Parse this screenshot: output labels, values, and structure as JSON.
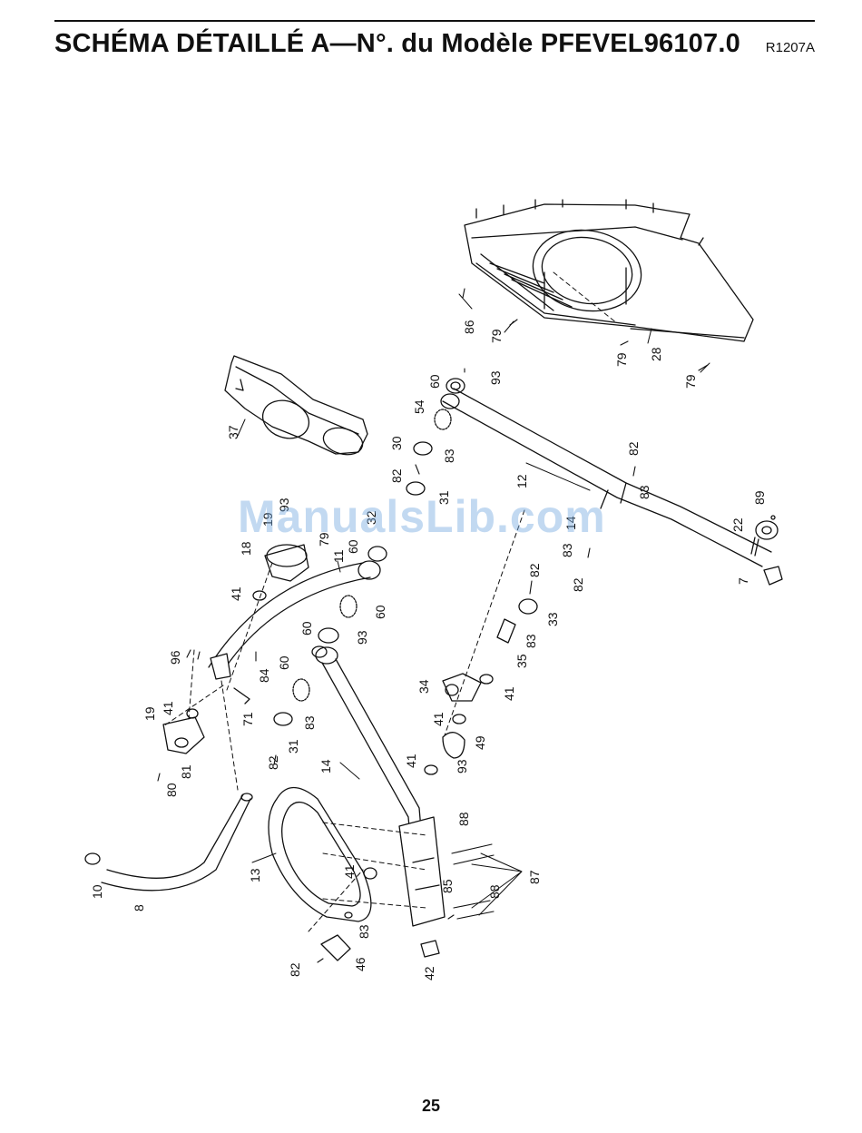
{
  "header": {
    "title": "SCHÉMA DÉTAILLÉ A—N°. du Modèle PFEVEL96107.0",
    "revision": "R1207A"
  },
  "watermark": "ManualsLib.com",
  "page_number": "25",
  "callouts": {
    "c86": "86",
    "c79a": "79",
    "c79b": "79",
    "c28": "28",
    "c79c": "79",
    "c60a": "60",
    "c93a": "93",
    "c54": "54",
    "c30": "30",
    "c83a": "83",
    "c82a": "82",
    "c31a": "31",
    "c12": "12",
    "c82b": "82",
    "c83b": "83",
    "c37": "37",
    "c19a": "19",
    "c93b": "93",
    "c79d": "79",
    "c18": "18",
    "c11": "11",
    "c32": "32",
    "c60b": "60",
    "c41a": "41",
    "c60c": "60",
    "c60d": "60",
    "c93c": "93",
    "c96": "96",
    "c60e": "60",
    "c84": "84",
    "c19b": "19",
    "c41b": "41",
    "c71": "71",
    "c83c": "83",
    "c82c": "82",
    "c31b": "31",
    "c81": "81",
    "c80": "80",
    "c14a": "14",
    "c89": "89",
    "c22": "22",
    "c7": "7",
    "c14b": "14",
    "c83d": "83",
    "c82d": "82",
    "c82e": "82",
    "c33": "33",
    "c83e": "83",
    "c35": "35",
    "c34": "34",
    "c41c": "41",
    "c41d": "41",
    "c49": "49",
    "c41e": "41",
    "c93d": "93",
    "c88a": "88",
    "c87": "87",
    "c88b": "88",
    "c85": "85",
    "c10": "10",
    "c8": "8",
    "c13": "13",
    "c41f": "41",
    "c83f": "83",
    "c82f": "82",
    "c46": "46",
    "c42": "42"
  }
}
